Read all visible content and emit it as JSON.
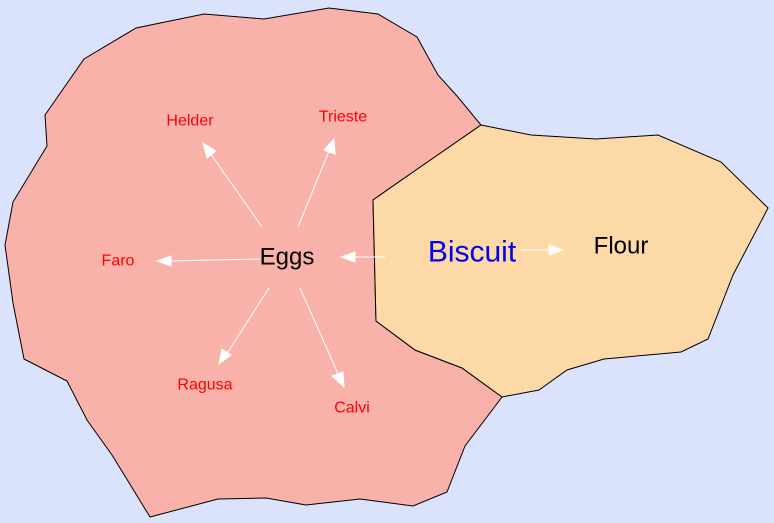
{
  "colors": {
    "background": "#dbe2fc",
    "eggs_region": "#f9b2aa",
    "biscuit_region": "#fdd9a8",
    "outline": "#000000",
    "edge": "#ffffff",
    "leaf_text": "#ff0000",
    "main_text": "#000000",
    "focus_text": "#0000ee"
  },
  "nodes": {
    "biscuit": "Biscuit",
    "flour": "Flour",
    "eggs": "Eggs",
    "helder": "Helder",
    "trieste": "Trieste",
    "faro": "Faro",
    "ragusa": "Ragusa",
    "calvi": "Calvi"
  },
  "edges": [
    {
      "from": "Biscuit",
      "to": "Flour"
    },
    {
      "from": "Biscuit",
      "to": "Eggs"
    },
    {
      "from": "Eggs",
      "to": "Helder"
    },
    {
      "from": "Eggs",
      "to": "Trieste"
    },
    {
      "from": "Eggs",
      "to": "Faro"
    },
    {
      "from": "Eggs",
      "to": "Ragusa"
    },
    {
      "from": "Eggs",
      "to": "Calvi"
    }
  ]
}
